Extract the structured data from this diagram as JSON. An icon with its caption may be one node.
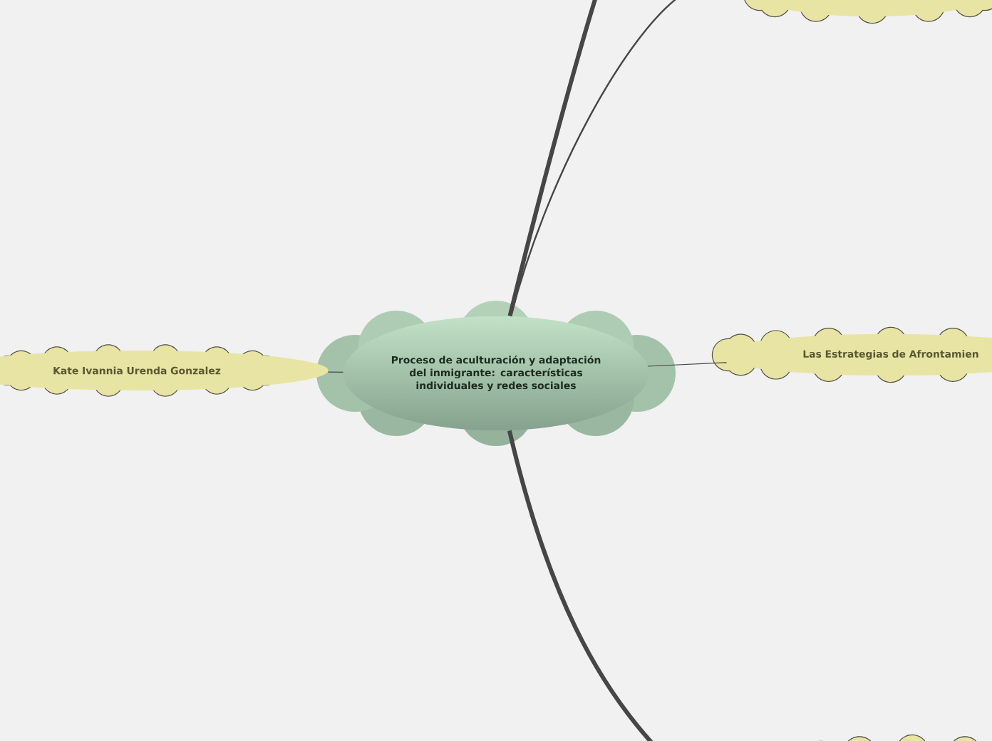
{
  "diagram": {
    "nodes": [
      {
        "text": [
          "Proceso de aculturación y adaptación del  inmigrante: características individuales y redes sociales"
        ]
      },
      {
        "text": [
          "Kate Ivannia Urenda Gonzalez"
        ]
      },
      {
        "text": [
          "Las Estrategias de Afrontamien"
        ]
      },
      {
        "text": [],
        "shape": "cloud"
      },
      {
        "text": [],
        "shape": "cloud"
      }
    ],
    "edges": [
      {
        "from": 0,
        "to": 1,
        "arrow": "none"
      },
      {
        "from": 0,
        "to": 2,
        "arrow": "none"
      },
      {
        "from": 0,
        "to": null,
        "arrow": "none",
        "style": "thick"
      },
      {
        "from": 0,
        "to": null,
        "arrow": "none"
      },
      {
        "from": 0,
        "to": null,
        "arrow": "none",
        "style": "thick"
      }
    ]
  }
}
